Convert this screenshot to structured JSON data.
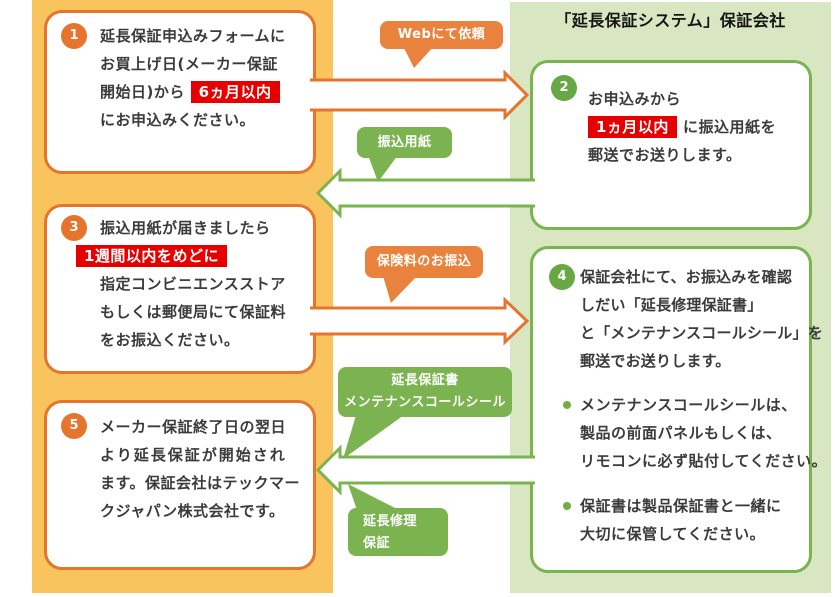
{
  "company_header": "「延長保証システム」保証会社",
  "steps": {
    "s1": {
      "num": "1",
      "l1": "延長保証申込みフォームに",
      "l2": "お買上げ日(メーカー保証",
      "l3_pre": "開始日)から",
      "l3_hl": "6ヵ月以内",
      "l4": "にお申込みください。"
    },
    "s2": {
      "num": "2",
      "l1": "お申込みから",
      "l2_hl": "1ヵ月以内",
      "l2_post": "に振込用紙を",
      "l3": "郵送でお送りします。"
    },
    "s3": {
      "num": "3",
      "l1": "振込用紙が届きましたら",
      "l2_hl": "1週間以内をめどに",
      "l3": "指定コンビニエンスストア",
      "l4": "もしくは郵便局にて保証料",
      "l5": "をお振込ください。"
    },
    "s4": {
      "num": "4",
      "l1": "保証会社にて、お振込みを確認",
      "l2": "しだい「延長修理保証書」",
      "l3": "と「メンテナンスコールシール」を",
      "l4": "郵送でお送りします。",
      "b1_l1": "メンテナンスコールシールは、",
      "b1_l2": "製品の前面パネルもしくは、",
      "b1_l3": "リモコンに必ず貼付してください。",
      "b2_l1": "保証書は製品保証書と一緒に",
      "b2_l2": "大切に保管してください。"
    },
    "s5": {
      "num": "5",
      "l1": "メーカー保証終了日の翌日",
      "l2": "より延長保証が開始され",
      "l3": "ます。保証会社はテックマー",
      "l4": "クジャパン株式会社です。"
    }
  },
  "labels": {
    "web_request": "Webにて依頼",
    "transfer_form": "振込用紙",
    "premium_payment": "保険料のお振込",
    "warranty_docs_l1": "延長保証書",
    "warranty_docs_l2": "メンテナンスコールシール",
    "extended_repair_l1": "延長修理",
    "extended_repair_l2": "保証"
  },
  "colors": {
    "customer_column": "#F9C45E",
    "customer_accent": "#E5752D",
    "company_column": "#D8E6C2",
    "company_accent": "#79B44E",
    "bubble_orange": "#E8823C",
    "bubble_green": "#7CB351",
    "highlight_red": "#E60000"
  }
}
